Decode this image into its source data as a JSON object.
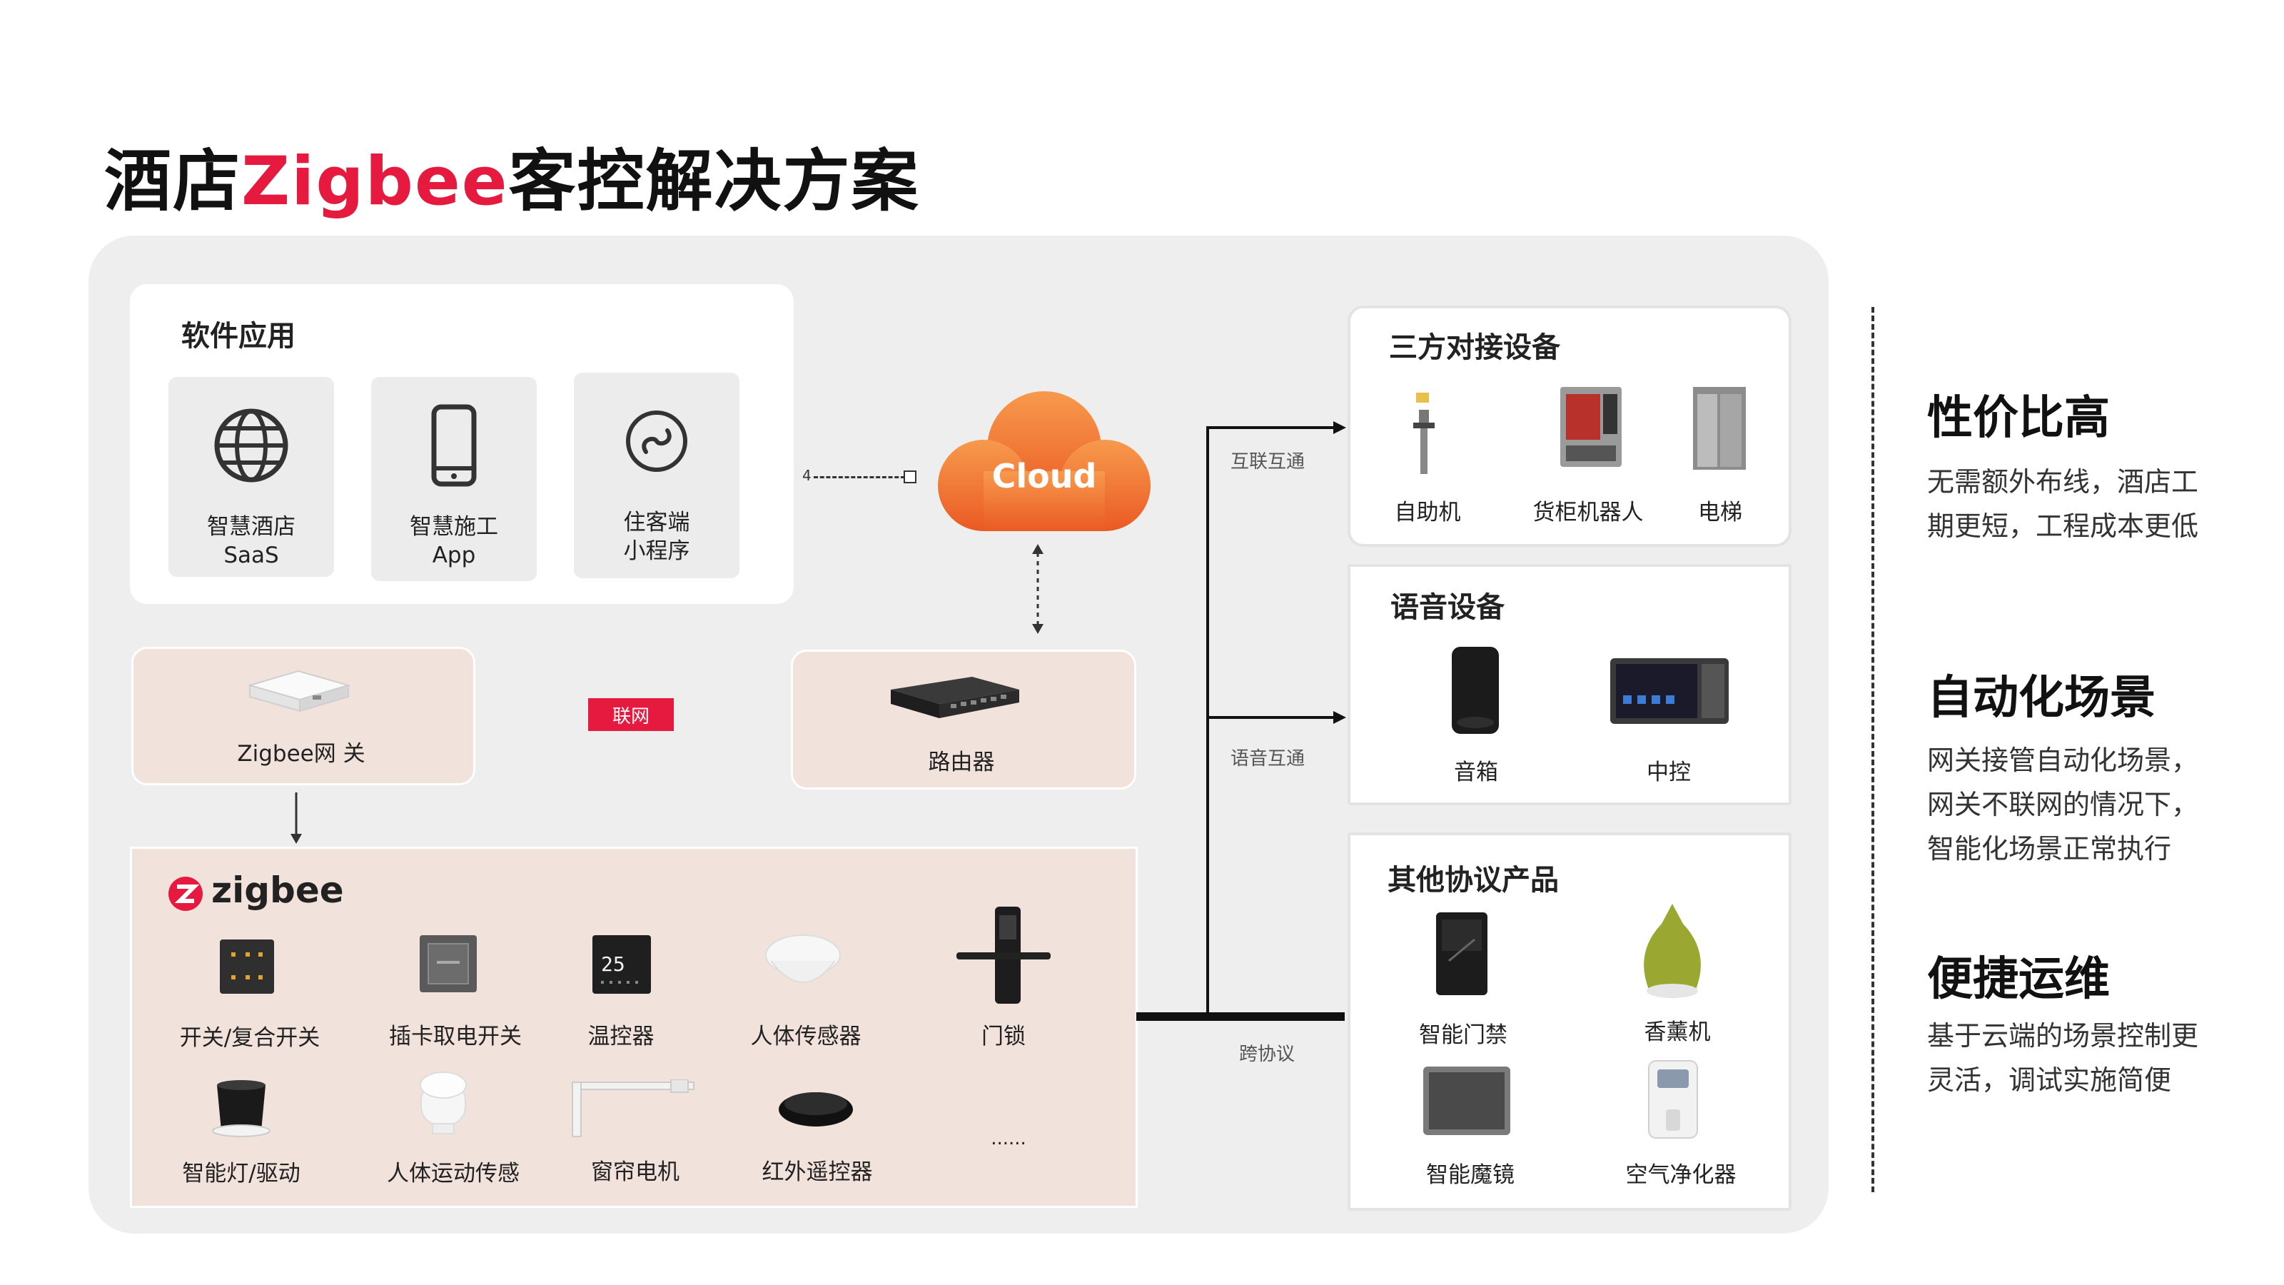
{
  "title": {
    "prefix": "酒店",
    "accent": "Zigbee",
    "suffix": "客控解决方案"
  },
  "software": {
    "title": "软件应用",
    "apps": [
      {
        "icon": "globe-icon",
        "line1": "智慧酒店",
        "line2": "SaaS"
      },
      {
        "icon": "mobile-phone-icon",
        "line1": "智慧施工",
        "line2": "App"
      },
      {
        "icon": "mini-program-icon",
        "line1": "住客端",
        "line2": "小程序"
      }
    ]
  },
  "connector_label": "4",
  "cloud": {
    "label": "Cloud"
  },
  "gateway": {
    "label": "Zigbee网 关"
  },
  "network_tag": "联网",
  "router": {
    "label": "路由器"
  },
  "zigbee": {
    "logo": "zigbee",
    "row1": [
      {
        "icon": "switch-panel-icon",
        "label": "开关/复合开关"
      },
      {
        "icon": "card-switch-icon",
        "label": "插卡取电开关"
      },
      {
        "icon": "thermostat-icon",
        "label": "温控器",
        "display": "25"
      },
      {
        "icon": "motion-sensor-icon",
        "label": "人体传感器"
      },
      {
        "icon": "door-lock-icon",
        "label": "门锁"
      }
    ],
    "row2": [
      {
        "icon": "downlight-icon",
        "label": "智能灯/驱动"
      },
      {
        "icon": "motion-detector-icon",
        "label": "人体运动传感"
      },
      {
        "icon": "curtain-motor-icon",
        "label": "窗帘电机"
      },
      {
        "icon": "ir-remote-icon",
        "label": "红外遥控器"
      },
      {
        "icon": "more-icon",
        "label": "......"
      }
    ]
  },
  "links": {
    "interconnect": "互联互通",
    "voice": "语音互通",
    "cross_protocol": "跨协议"
  },
  "third_party": {
    "title": "三方对接设备",
    "items": [
      {
        "icon": "kiosk-icon",
        "label": "自助机"
      },
      {
        "icon": "vending-robot-icon",
        "label": "货柜机器人"
      },
      {
        "icon": "elevator-icon",
        "label": "电梯"
      }
    ]
  },
  "voice_devices": {
    "title": "语音设备",
    "items": [
      {
        "icon": "smart-speaker-icon",
        "label": "音箱"
      },
      {
        "icon": "control-panel-icon",
        "label": "中控"
      }
    ]
  },
  "other_protocol": {
    "title": "其他协议产品",
    "items": [
      {
        "icon": "access-control-icon",
        "label": "智能门禁"
      },
      {
        "icon": "aroma-diffuser-icon",
        "label": "香薰机"
      },
      {
        "icon": "smart-mirror-icon",
        "label": "智能魔镜"
      },
      {
        "icon": "air-purifier-icon",
        "label": "空气净化器"
      }
    ]
  },
  "features": [
    {
      "title": "性价比高",
      "lines": [
        "无需额外布线，酒店工",
        "期更短，工程成本更低"
      ]
    },
    {
      "title": "自动化场景",
      "lines": [
        "网关接管自动化场景，",
        "网关不联网的情况下，",
        "智能化场景正常执行"
      ]
    },
    {
      "title": "便捷运维",
      "lines": [
        "基于云端的场景控制更",
        "灵活，调试实施简便"
      ]
    }
  ],
  "colors": {
    "accent": "#e6193e",
    "cloud": "#f07a33",
    "pink": "#f2e2dc",
    "panel": "#eeeeee"
  }
}
